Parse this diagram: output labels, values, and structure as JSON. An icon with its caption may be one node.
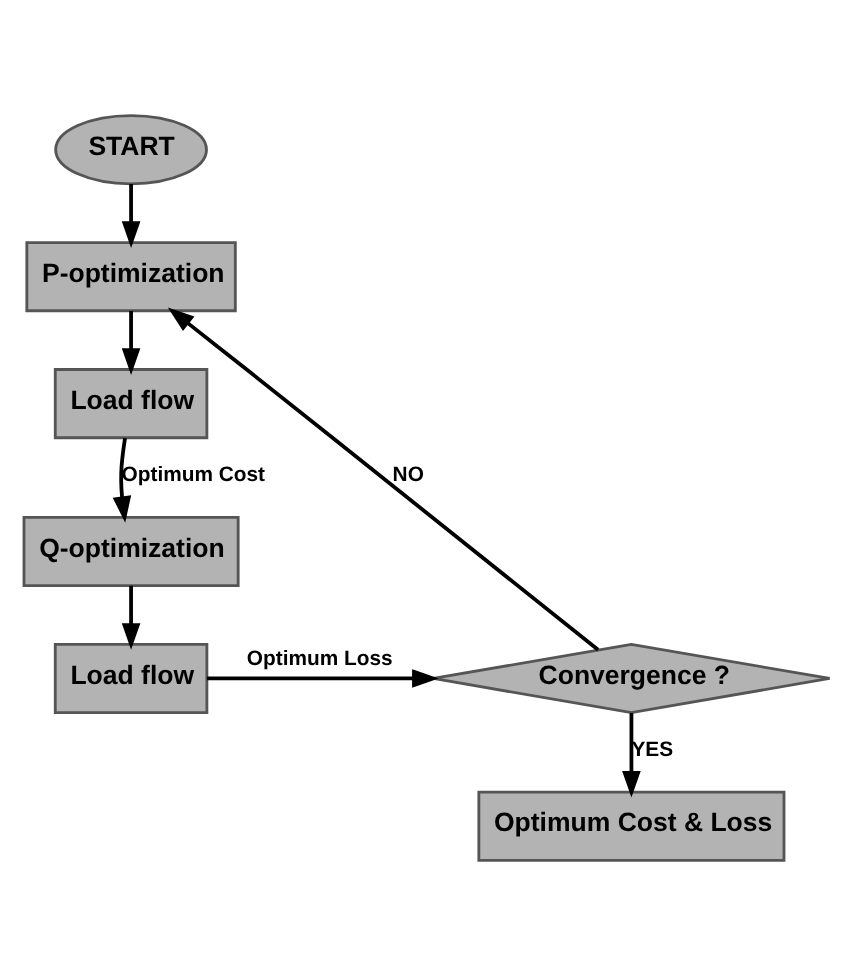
{
  "diagram": {
    "nodes": [
      {
        "text": [
          "START"
        ]
      },
      {
        "text": [
          "P-optimization"
        ]
      },
      {
        "text": [
          "Load flow"
        ]
      },
      {
        "text": [
          "Q-optimization"
        ]
      },
      {
        "text": [
          "Load flow"
        ]
      },
      {
        "text": [
          "Convergence ?"
        ]
      },
      {
        "text": [
          "Optimum Cost & Loss"
        ]
      }
    ],
    "edges": [
      {
        "from": 0,
        "to": 1,
        "arrow": "to"
      },
      {
        "from": 1,
        "to": 2,
        "arrow": "to"
      },
      {
        "from": 2,
        "to": 3,
        "arrow": "to",
        "label": "Optimum Cost"
      },
      {
        "from": 3,
        "to": 4,
        "arrow": "to"
      },
      {
        "from": 4,
        "to": 5,
        "arrow": "to",
        "label": "Optimum Loss"
      },
      {
        "from": 5,
        "to": 1,
        "arrow": "to",
        "label": "NO"
      },
      {
        "from": 5,
        "to": 6,
        "arrow": "to",
        "label": "YES"
      }
    ]
  }
}
